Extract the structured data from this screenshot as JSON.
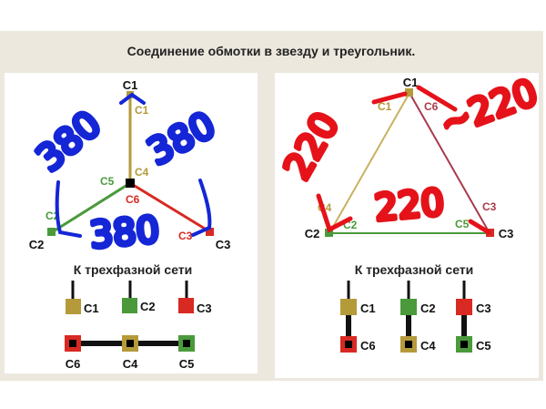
{
  "title": "Соединение обмотки в звезду и треугольник.",
  "colors": {
    "c1": "#b59a3a",
    "c2": "#4a9a3c",
    "c3": "#d82a22",
    "background": "#ece8de",
    "ink_blue": "#1426d6",
    "ink_red": "#e5121a"
  },
  "star": {
    "terminals": {
      "c1": "C1",
      "c2": "C2",
      "c3": "C3"
    },
    "inner": {
      "c1": "C1",
      "c4": "C4",
      "c5": "C5",
      "c6": "C6",
      "c2": "C2",
      "c3": "C3"
    },
    "annotations": [
      "380",
      "380",
      "380"
    ],
    "network_label": "К трехфазной сети",
    "top_row": [
      "C1",
      "C2",
      "C3"
    ],
    "bottom_row": [
      "C6",
      "C4",
      "C5"
    ]
  },
  "delta": {
    "terminals": {
      "c1": "C1",
      "c2": "C2",
      "c3": "C3"
    },
    "inner": {
      "c1": "C1",
      "c6": "C6",
      "c4": "C4",
      "c2": "C2",
      "c5": "C5",
      "c3": "C3"
    },
    "annotations": [
      "220",
      "~220",
      "220"
    ],
    "network_label": "К трехфазной сети",
    "top_row": [
      "C1",
      "C2",
      "C3"
    ],
    "bottom_row": [
      "C6",
      "C4",
      "C5"
    ]
  }
}
